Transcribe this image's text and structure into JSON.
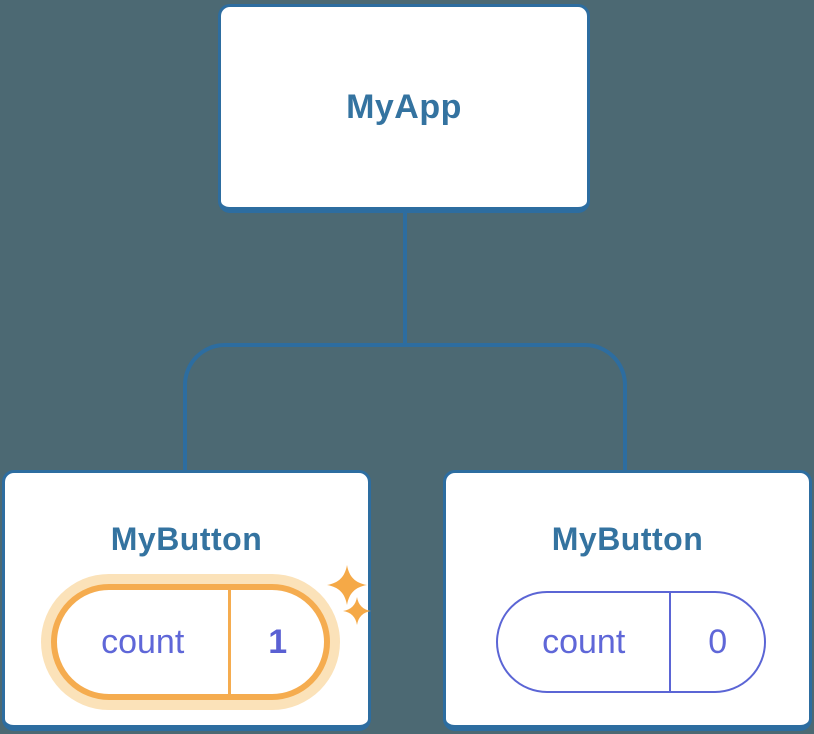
{
  "diagram": {
    "root": {
      "label": "MyApp"
    },
    "children": [
      {
        "label": "MyButton",
        "state_key": "count",
        "state_value": "1",
        "highlighted": true
      },
      {
        "label": "MyButton",
        "state_key": "count",
        "state_value": "0",
        "highlighted": false
      }
    ]
  },
  "colors": {
    "background": "#4C6973",
    "card_fill": "#FFFFFF",
    "card_border": "#2D6DA0",
    "node_title_text": "#3473A0",
    "state_text": "#5F67D8",
    "state_border": "#5B65D5",
    "highlight_border": "#F5AC4F",
    "highlight_halo": "#FBE2B9",
    "sparkle": "#F5A947"
  }
}
